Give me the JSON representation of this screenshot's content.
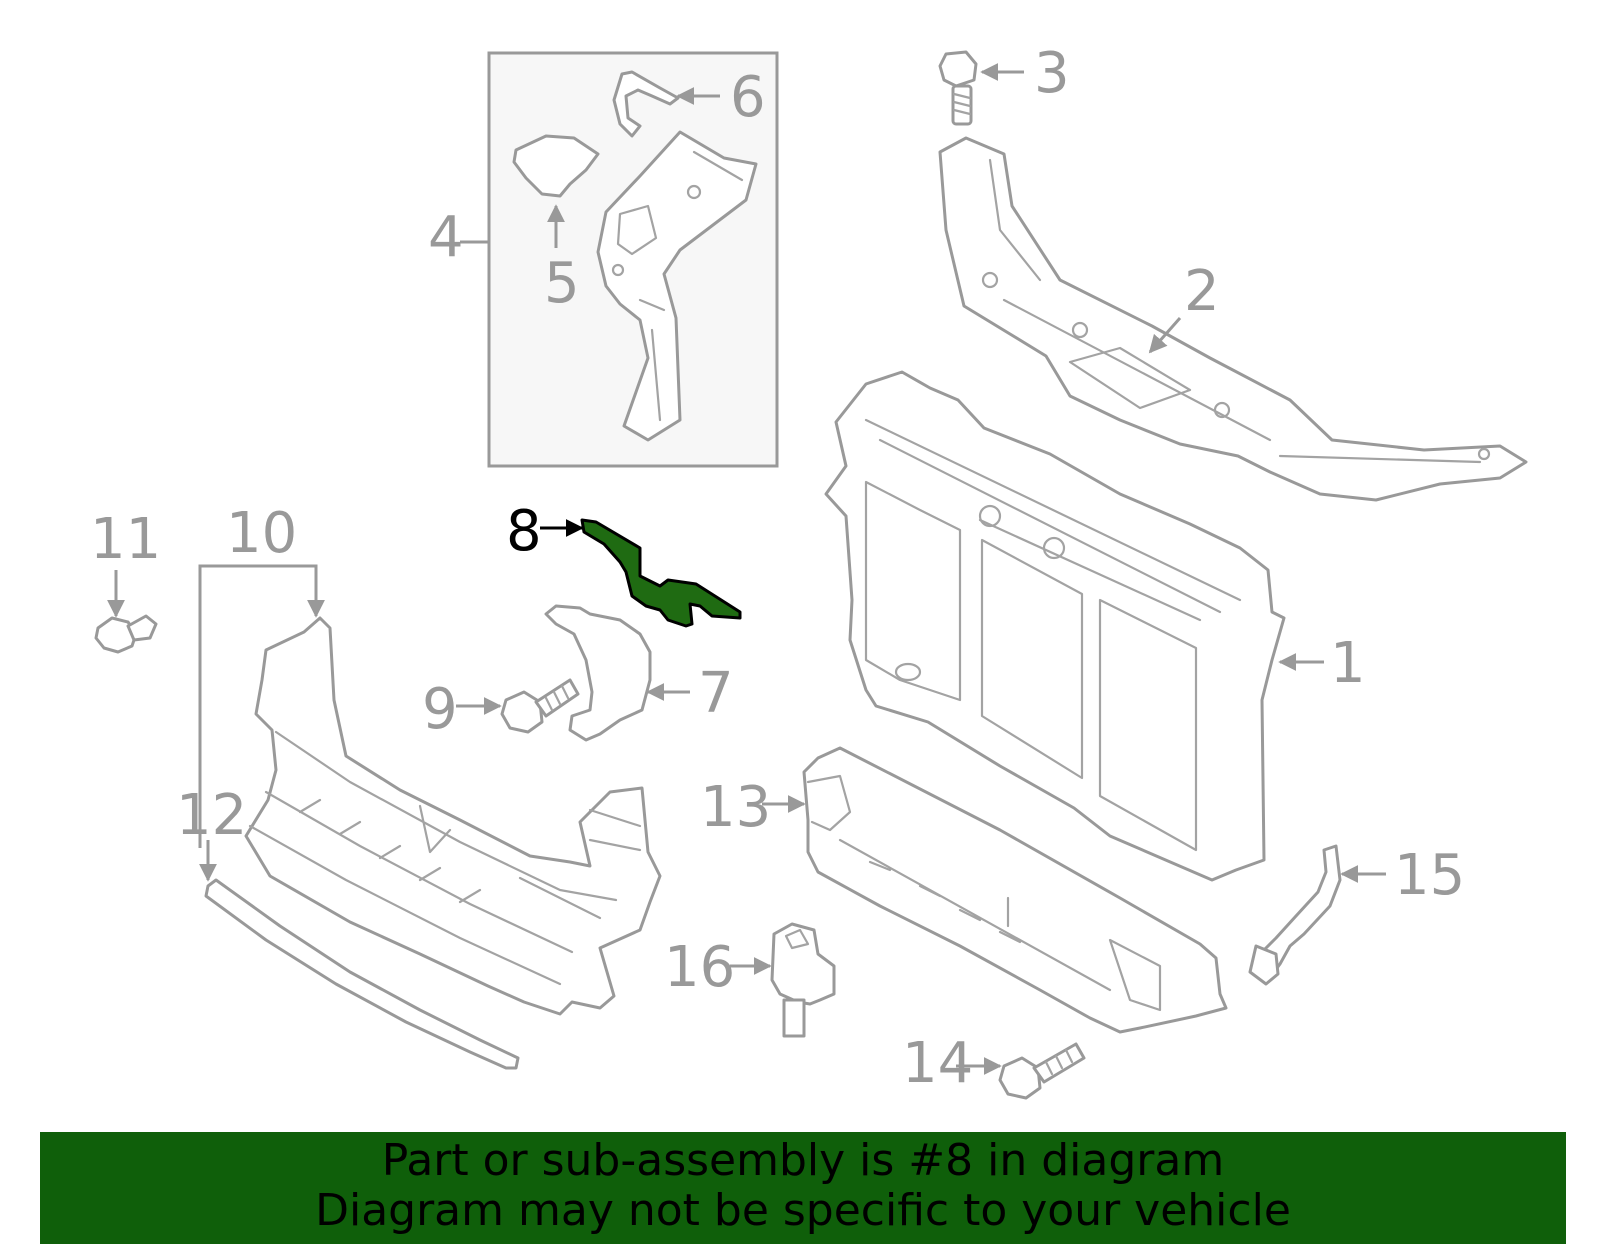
{
  "callouts": {
    "c1": "1",
    "c2": "2",
    "c3": "3",
    "c4": "4",
    "c5": "5",
    "c6": "6",
    "c7": "7",
    "c8": "8",
    "c9": "9",
    "c10": "10",
    "c11": "11",
    "c12": "12",
    "c13": "13",
    "c14": "14",
    "c15": "15",
    "c16": "16"
  },
  "highlight": {
    "part_number": "8",
    "color": "#1f6b12"
  },
  "banner": {
    "line1": "Part or sub-assembly is #8 in diagram",
    "line2": "Diagram may not be specific to your vehicle",
    "background": "#0f5f0a"
  }
}
